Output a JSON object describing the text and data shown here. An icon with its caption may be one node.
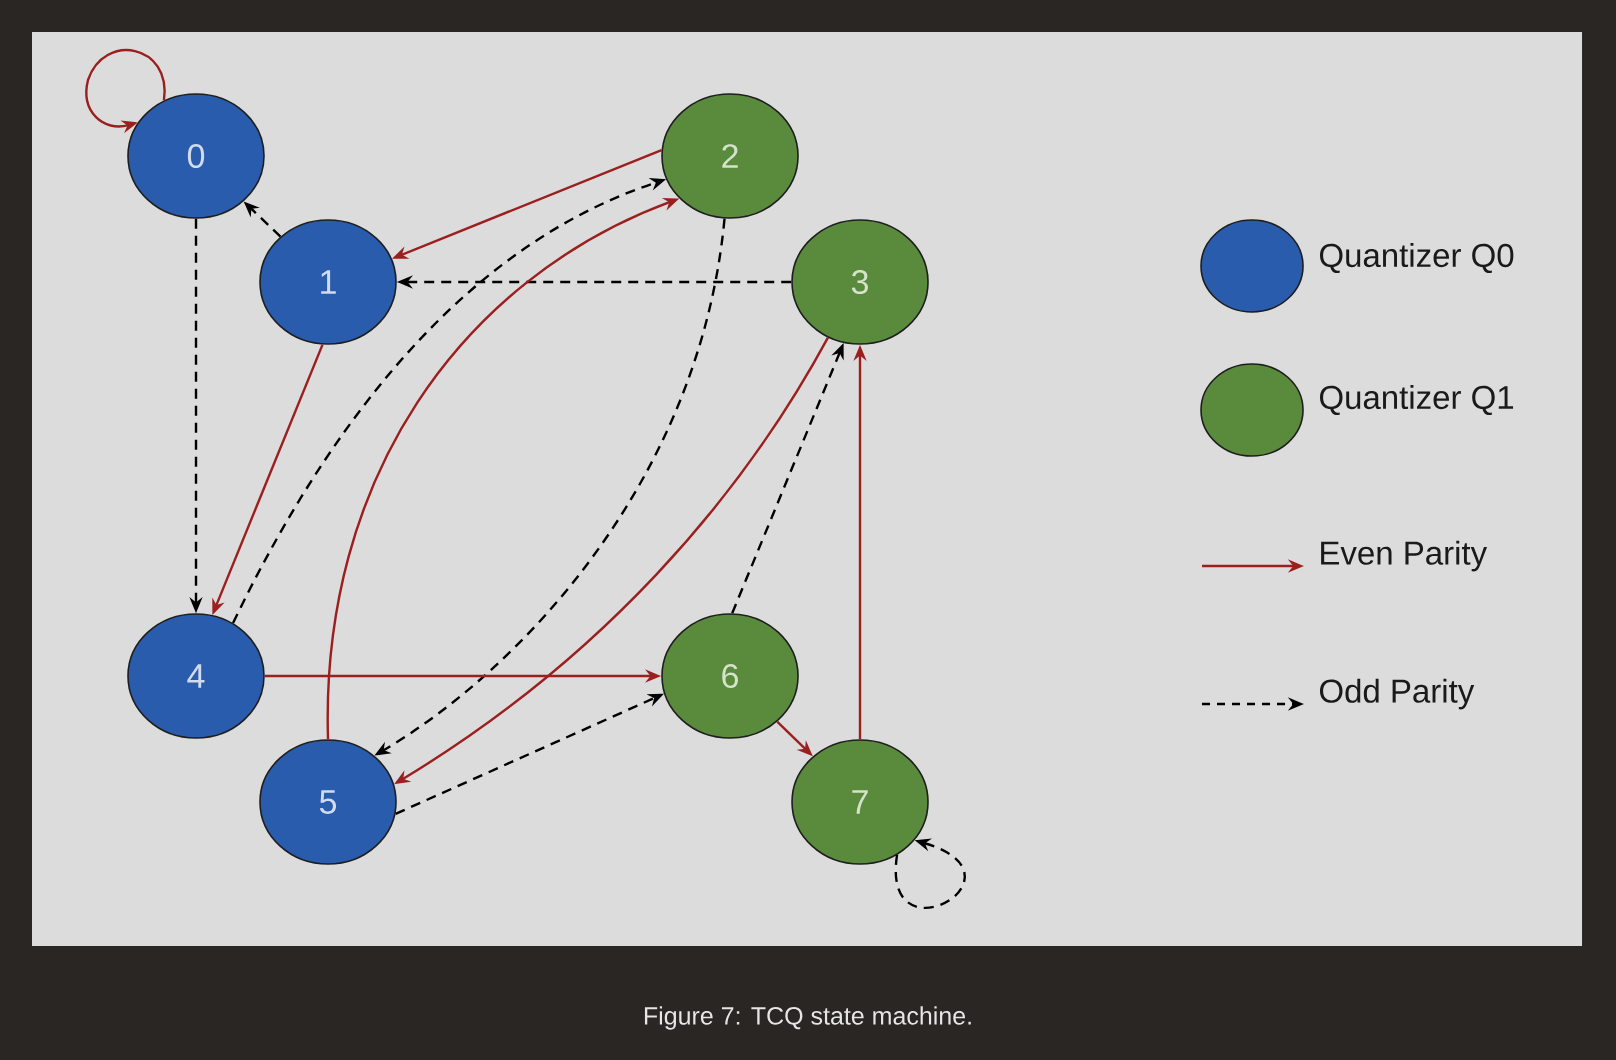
{
  "diagram": {
    "caption": "Figure 7: TCQ state machine.",
    "nodes": [
      {
        "text": [
          "0"
        ]
      },
      {
        "text": [
          "1"
        ]
      },
      {
        "text": [
          "2"
        ]
      },
      {
        "text": [
          "3"
        ]
      },
      {
        "text": [
          "4"
        ]
      },
      {
        "text": [
          "5"
        ]
      },
      {
        "text": [
          "6"
        ]
      },
      {
        "text": [
          "7"
        ]
      }
    ],
    "edges": [
      {
        "from": 0,
        "to": 0,
        "arrow": "to",
        "color": "#9c1f1f"
      },
      {
        "from": 0,
        "to": 4,
        "arrow": "to",
        "style": "dashed",
        "color": "#000000"
      },
      {
        "from": 1,
        "to": 4,
        "arrow": "to",
        "color": "#9c1f1f"
      },
      {
        "from": 1,
        "to": 0,
        "arrow": "to",
        "style": "dashed",
        "color": "#000000"
      },
      {
        "from": 2,
        "to": 1,
        "arrow": "to",
        "color": "#9c1f1f"
      },
      {
        "from": 2,
        "to": 5,
        "arrow": "to",
        "style": "dashed",
        "color": "#000000"
      },
      {
        "from": 3,
        "to": 5,
        "arrow": "to",
        "color": "#9c1f1f"
      },
      {
        "from": 3,
        "to": 1,
        "arrow": "to",
        "style": "dashed",
        "color": "#000000"
      },
      {
        "from": 4,
        "to": 6,
        "arrow": "to",
        "color": "#9c1f1f"
      },
      {
        "from": 4,
        "to": 2,
        "arrow": "to",
        "style": "dashed",
        "color": "#000000"
      },
      {
        "from": 5,
        "to": 2,
        "arrow": "to",
        "color": "#9c1f1f"
      },
      {
        "from": 5,
        "to": 6,
        "arrow": "to",
        "style": "dashed",
        "color": "#000000"
      },
      {
        "from": 6,
        "to": 7,
        "arrow": "to",
        "color": "#9c1f1f"
      },
      {
        "from": 6,
        "to": 3,
        "arrow": "to",
        "style": "dashed",
        "color": "#000000"
      },
      {
        "from": 7,
        "to": 3,
        "arrow": "to",
        "color": "#9c1f1f"
      },
      {
        "from": 7,
        "to": 7,
        "arrow": "to",
        "style": "dashed",
        "color": "#000000"
      }
    ],
    "legend": [
      {
        "text": "Quantizer Q0",
        "color": "#2a5cad"
      },
      {
        "text": "Quantizer Q1",
        "color": "#5a8a3b"
      },
      {
        "text": "Even Parity"
      },
      {
        "text": "Odd Parity"
      }
    ]
  }
}
